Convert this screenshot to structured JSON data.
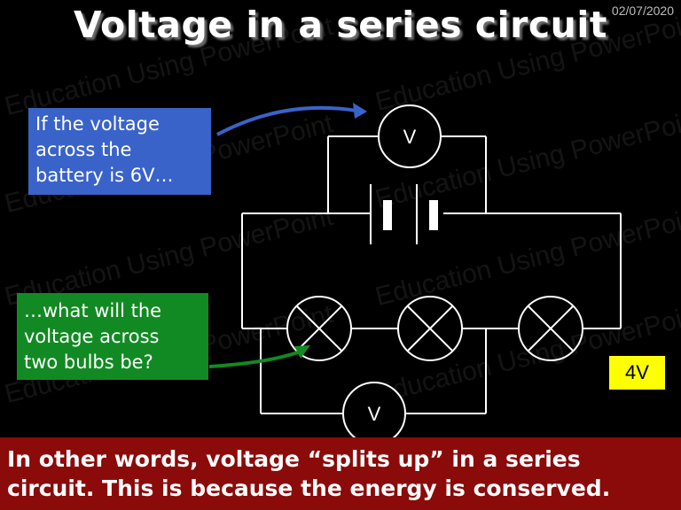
{
  "title": "Voltage in a series circuit",
  "date": "02/07/2020",
  "watermark": "Education Using PowerPoint",
  "callout_top": {
    "lines": [
      "If the voltage",
      "across the",
      "battery is 6V…"
    ],
    "color": "#3a63c9"
  },
  "callout_bottom": {
    "lines": [
      "…what will the",
      "voltage across",
      "two bulbs be?"
    ],
    "color": "#128a23"
  },
  "voltmeter_top": "V",
  "voltmeter_bottom": "V",
  "answer": "4V",
  "footer": {
    "lines": [
      "In other words, voltage “splits up” in a series",
      "circuit.  This is because the energy is conserved."
    ],
    "color": "#8b0a0a"
  },
  "colors": {
    "background": "#000000",
    "answer_bg": "#ffff00",
    "arrow_blue": "#3a63c9",
    "arrow_green": "#128a23"
  }
}
